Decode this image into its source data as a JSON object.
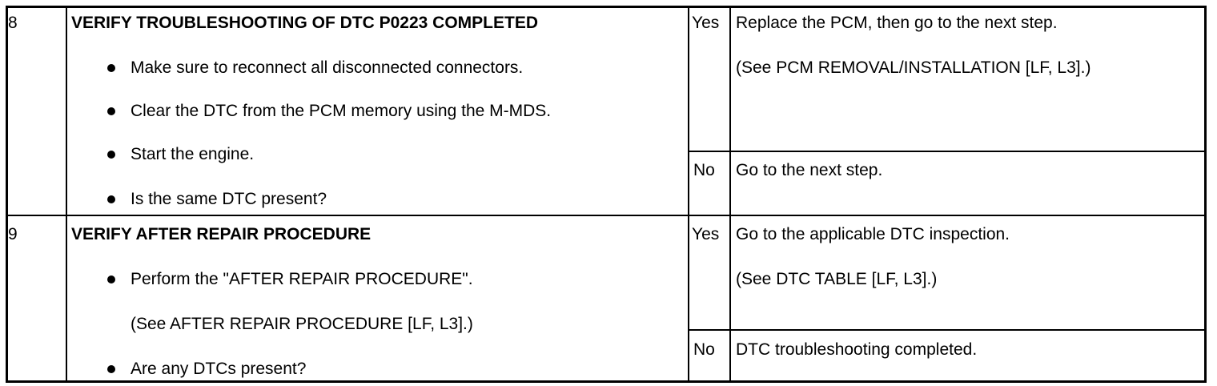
{
  "steps": [
    {
      "number": "8",
      "title": "VERIFY TROUBLESHOOTING OF DTC P0223 COMPLETED",
      "items": [
        "Make sure to reconnect all disconnected connectors.",
        "Clear the DTC from the PCM memory using the M-MDS.",
        "Start the engine.",
        "Is the same DTC present?"
      ],
      "yes_label": "Yes",
      "yes_action": "Replace the PCM, then go to the next step.",
      "yes_reference": "(See PCM REMOVAL/INSTALLATION [LF, L3].)",
      "no_label": "No",
      "no_action": "Go to the next step."
    },
    {
      "number": "9",
      "title": "VERIFY AFTER REPAIR PROCEDURE",
      "item1": "Perform the \"AFTER REPAIR PROCEDURE\".",
      "item1_reference": "(See AFTER REPAIR PROCEDURE [LF, L3].)",
      "item2": "Are any DTCs present?",
      "yes_label": "Yes",
      "yes_action": "Go to the applicable DTC inspection.",
      "yes_reference": "(See DTC TABLE [LF, L3].)",
      "no_label": "No",
      "no_action": "DTC troubleshooting completed."
    }
  ]
}
